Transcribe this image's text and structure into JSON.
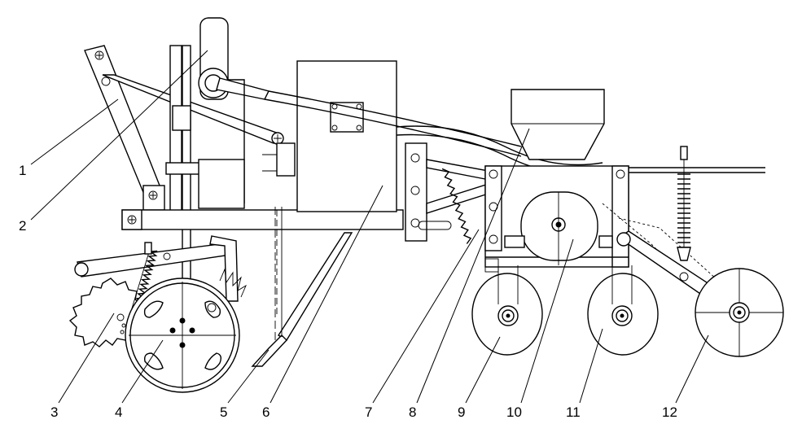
{
  "labels": [
    {
      "id": "1",
      "text": "1"
    },
    {
      "id": "2",
      "text": "2"
    },
    {
      "id": "3",
      "text": "3"
    },
    {
      "id": "4",
      "text": "4"
    },
    {
      "id": "5",
      "text": "5"
    },
    {
      "id": "6",
      "text": "6"
    },
    {
      "id": "7",
      "text": "7"
    },
    {
      "id": "8",
      "text": "8"
    },
    {
      "id": "9",
      "text": "9"
    },
    {
      "id": "10",
      "text": "10"
    },
    {
      "id": "11",
      "text": "11"
    },
    {
      "id": "12",
      "text": "12"
    }
  ],
  "colors": {
    "line": "#000000",
    "background": "#ffffff"
  }
}
